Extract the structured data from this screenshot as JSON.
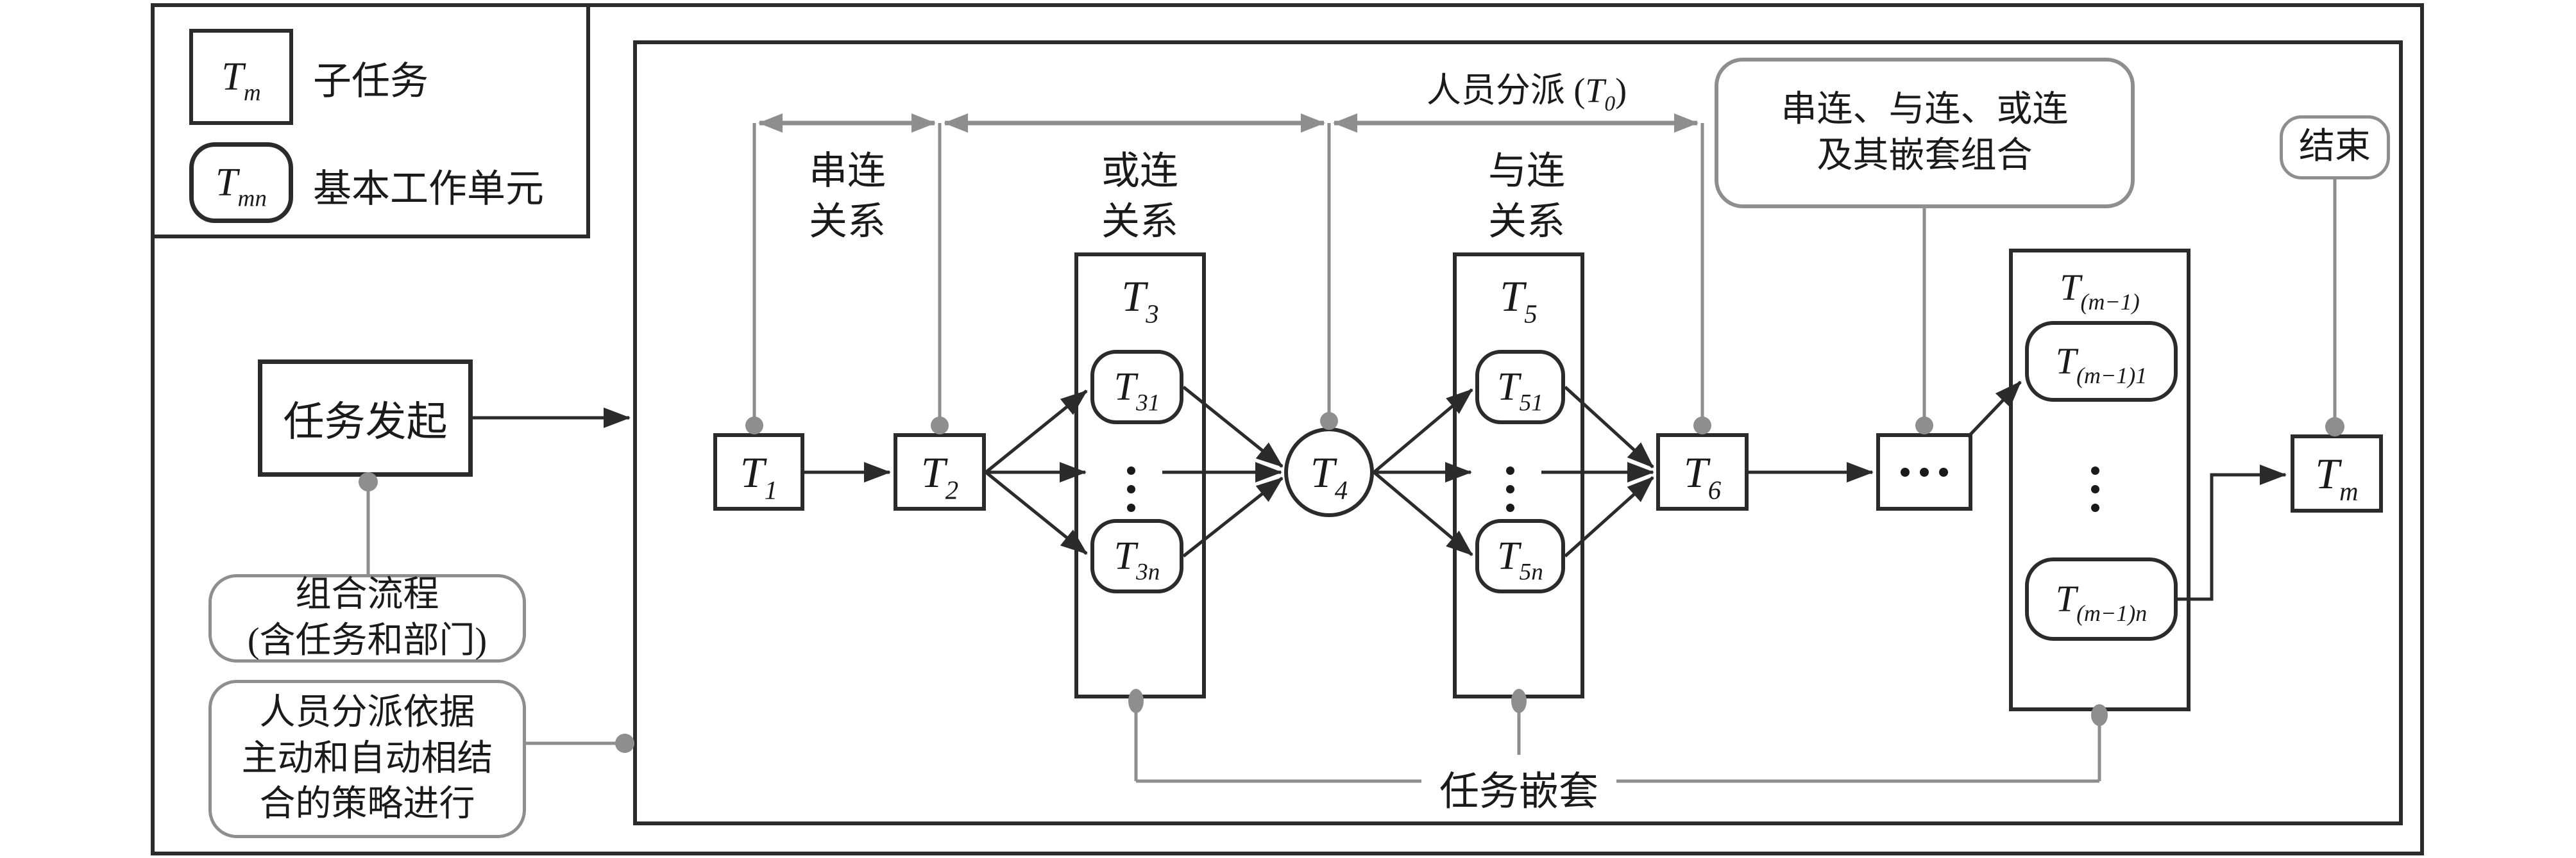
{
  "colors": {
    "line_black": "#2b2b2b",
    "line_gray": "#8e8e8e",
    "text": "#1a1a1a",
    "background": "#ffffff"
  },
  "legend": {
    "subtask": {
      "base": "T",
      "sub": "m",
      "label": "子任务"
    },
    "workunit": {
      "base": "T",
      "sub": "mn",
      "label": "基本工作单元"
    }
  },
  "left": {
    "start": "任务发起",
    "process_line1": "组合流程",
    "process_line2": "(含任务和部门)",
    "basis_line1": "人员分派依据",
    "basis_line2": "主动和自动相结",
    "basis_line3": "合的策略进行"
  },
  "top": {
    "serial_line1": "串连",
    "serial_line2": "关系",
    "or_line1": "或连",
    "or_line2": "关系",
    "and_line1": "与连",
    "and_line2": "关系",
    "assign_prefix": "人员分派 (",
    "assign_base": "T",
    "assign_sub": "0",
    "assign_suffix": ")",
    "combo_line1": "串连、与连、或连",
    "combo_line2": "及其嵌套组合",
    "end": "结束"
  },
  "nodes": {
    "t1": {
      "base": "T",
      "sub": "1"
    },
    "t2": {
      "base": "T",
      "sub": "2"
    },
    "t3": {
      "base": "T",
      "sub": "3"
    },
    "t31": {
      "base": "T",
      "sub": "31"
    },
    "t3n": {
      "base": "T",
      "sub": "3n"
    },
    "t4": {
      "base": "T",
      "sub": "4"
    },
    "t5": {
      "base": "T",
      "sub": "5"
    },
    "t51": {
      "base": "T",
      "sub": "51"
    },
    "t5n": {
      "base": "T",
      "sub": "5n"
    },
    "t6": {
      "base": "T",
      "sub": "6"
    },
    "tm1": {
      "base": "T",
      "sub": "(m−1)"
    },
    "tm11": {
      "base": "T",
      "sub": "(m−1)1"
    },
    "tm1n": {
      "base": "T",
      "sub": "(m−1)n"
    },
    "tm": {
      "base": "T",
      "sub": "m"
    }
  },
  "bottom": {
    "nesting": "任务嵌套"
  }
}
